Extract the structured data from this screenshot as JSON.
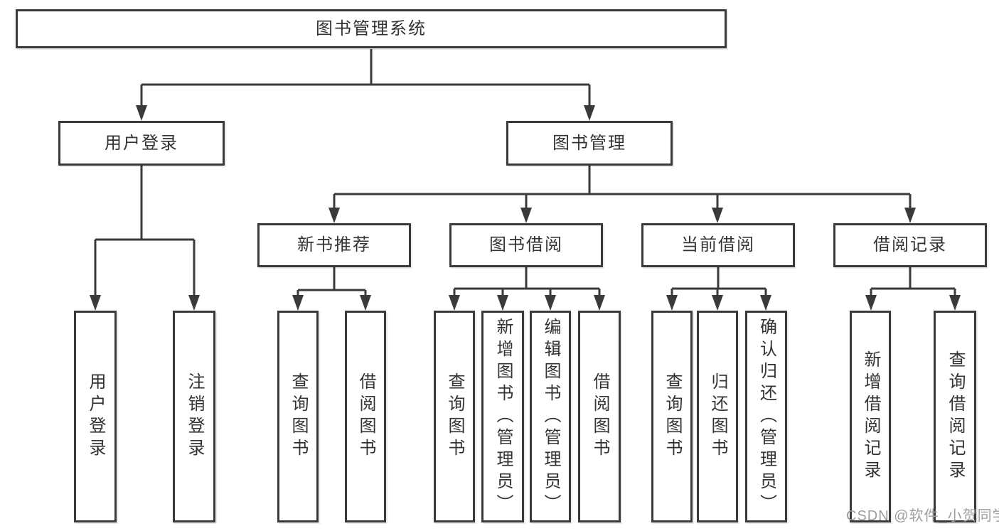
{
  "nodes": {
    "root": "图书管理系统",
    "user_login": "用户登录",
    "book_management": "图书管理",
    "new_book_recommend": "新书推荐",
    "book_borrowing": "图书借阅",
    "current_borrowing": "当前借阅",
    "borrowing_records": "借阅记录",
    "leaf_user_login": "用户登录",
    "leaf_logout_login": "注销登录",
    "leaf_recommend_query_books": "查询图书",
    "leaf_recommend_borrow_books": "借阅图书",
    "leaf_borrowing_query_books": "查询图书",
    "leaf_borrowing_add_books": "新增图书（管理员）",
    "leaf_borrowing_edit_books": "编辑图书（管理员）",
    "leaf_borrowing_borrow_books": "借阅图书",
    "leaf_current_query_books": "查询图书",
    "leaf_current_return_books": "归还图书",
    "leaf_current_confirm_return": "确认归还（管理员）",
    "leaf_records_add_record": "新增借阅记录",
    "leaf_records_query_record": "查询借阅记录"
  },
  "hierarchy": {
    "图书管理系统": {
      "用户登录": [
        "用户登录",
        "注销登录"
      ],
      "图书管理": {
        "新书推荐": [
          "查询图书",
          "借阅图书"
        ],
        "图书借阅": [
          "查询图书",
          "新增图书（管理员）",
          "编辑图书（管理员）",
          "借阅图书"
        ],
        "当前借阅": [
          "查询图书",
          "归还图书",
          "确认归还（管理员）"
        ],
        "借阅记录": [
          "新增借阅记录",
          "查询借阅记录"
        ]
      }
    }
  },
  "watermark": "CSDN @软件_小贺同学",
  "colors": {
    "line": "#3a3a3a",
    "text": "#333333",
    "watermark": "#9e9e9e",
    "background": "#ffffff"
  }
}
